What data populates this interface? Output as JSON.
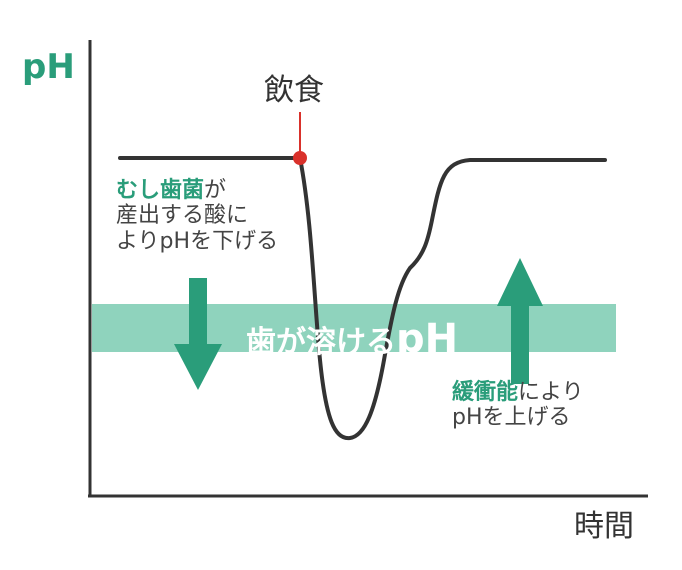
{
  "axis": {
    "y_label": "pH",
    "x_label": "時間"
  },
  "event": {
    "label": "飲食"
  },
  "band": {
    "label_main": "歯が溶ける",
    "label_ph": "pH"
  },
  "note_left": {
    "line1_bold": "むし歯菌",
    "line1_rest": "が",
    "line2": "産出する酸に",
    "line3": "よりpHを下げる"
  },
  "note_right": {
    "line1_bold": "緩衝能",
    "line1_rest": "により",
    "line2": "pHを上げる"
  },
  "colors": {
    "accent": "#2a9d7a",
    "band": "#8fd3bd",
    "marker": "#d9312b",
    "curve": "#333333"
  }
}
